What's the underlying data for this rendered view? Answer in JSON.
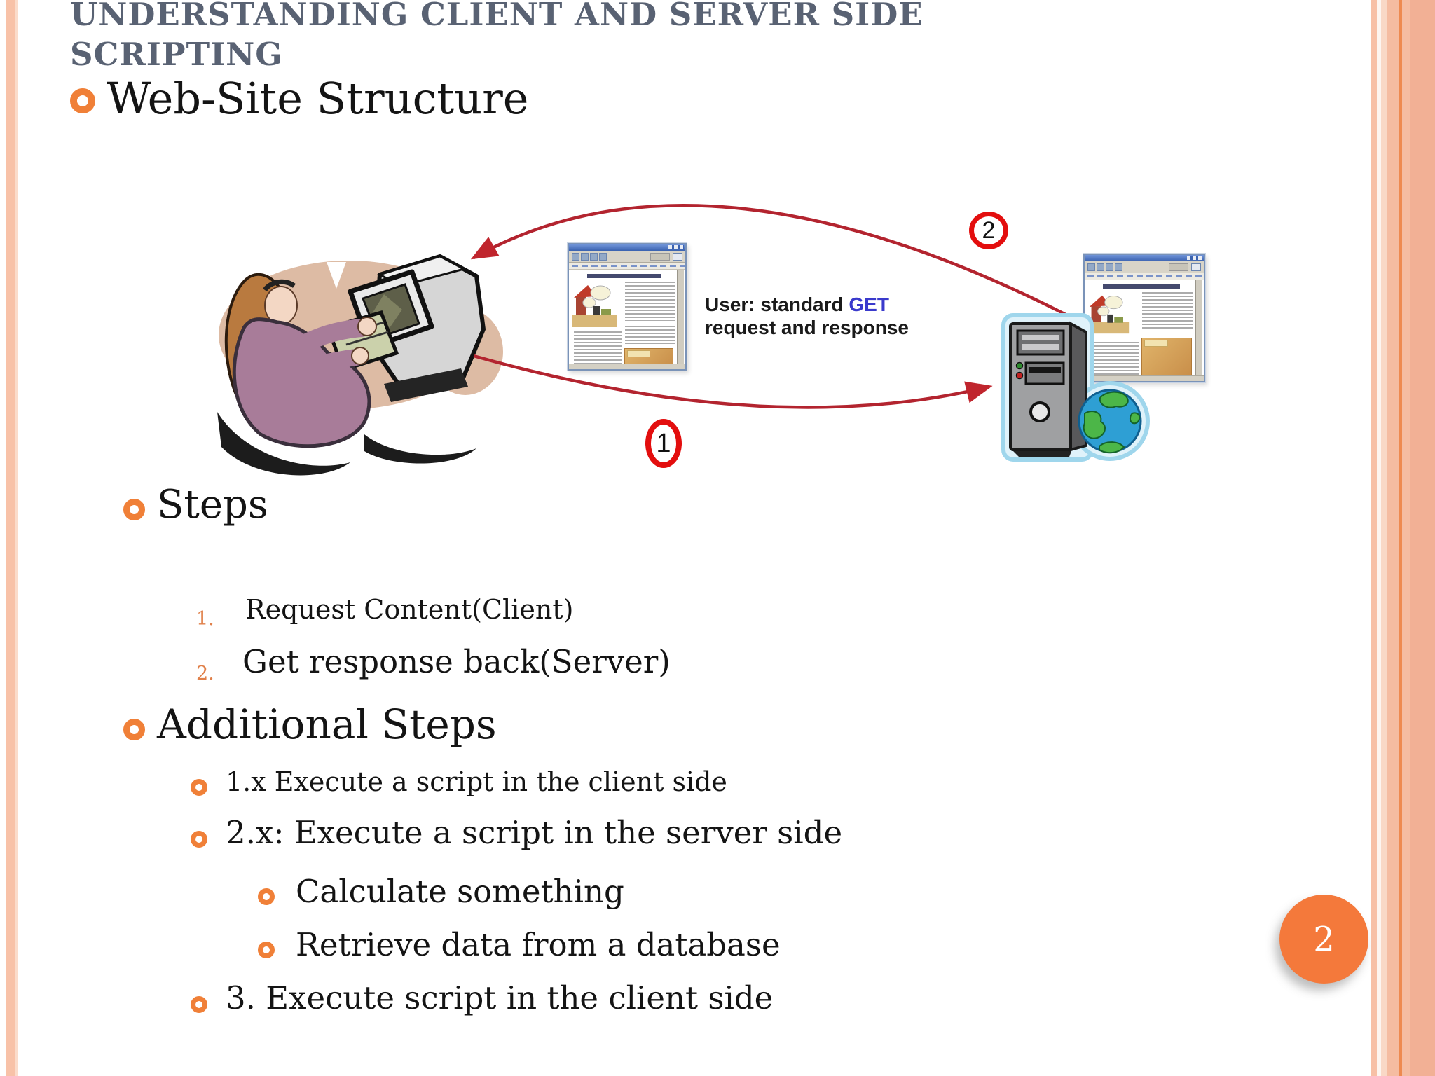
{
  "slide": {
    "title": {
      "line1": "UNDERSTANDING CLIENT AND SERVER SIDE",
      "line2": "SCRIPTING"
    },
    "page_badge": "2"
  },
  "outline": {
    "section_heading": "Web-Site Structure",
    "steps": {
      "heading": "Steps",
      "items": [
        {
          "num": "1.",
          "text": "Request Content(Client)"
        },
        {
          "num": "2.",
          "text": "Get response back(Server)"
        }
      ]
    },
    "additional": {
      "heading": "Additional Steps",
      "items": [
        {
          "text": "1.x Execute a script in the client side"
        },
        {
          "text": "2.x: Execute a script in the server side",
          "children": [
            {
              "text": "Calculate something"
            },
            {
              "text": "Retrieve data from a database"
            }
          ]
        },
        {
          "text": "3. Execute script in the client side"
        }
      ]
    }
  },
  "diagram": {
    "request_label": {
      "prefix": "User: standard ",
      "highlight": "GET",
      "line2": "request and response"
    },
    "badges": {
      "request": "1",
      "response": "2"
    },
    "icons": [
      "woman-at-computer-illustration",
      "crt-monitor-icon",
      "webpage-thumbnail",
      "server-tower-icon",
      "globe-icon",
      "request-arrow",
      "response-arrow"
    ]
  },
  "colors": {
    "accent_orange": "#F08038",
    "page_badge_orange": "#F4793B",
    "title_gray": "#596273",
    "arrow_red": "#B3242F",
    "badge_ring_red": "#E30E0E",
    "get_blue": "#3A3ACC",
    "border_salmon": "#F7C0A6",
    "border_orange_line": "#EE8A50"
  }
}
